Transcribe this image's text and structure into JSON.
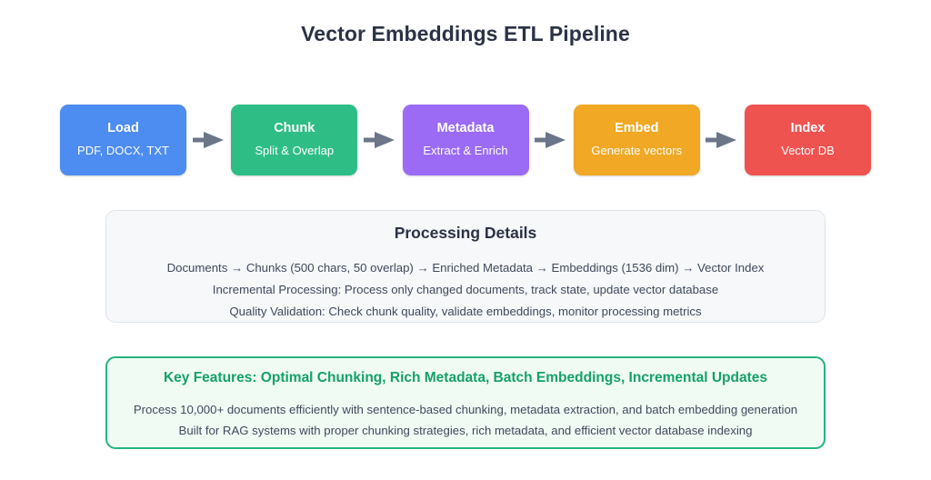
{
  "page": {
    "title": "Vector Embeddings ETL Pipeline"
  },
  "pipeline": {
    "arrow_icon": "arrow-right-icon",
    "arrow_color": "#6b7689",
    "stages": [
      {
        "title": "Load",
        "subtitle": "PDF, DOCX, TXT",
        "color": "#4d8cf0"
      },
      {
        "title": "Chunk",
        "subtitle": "Split & Overlap",
        "color": "#2ebd85"
      },
      {
        "title": "Metadata",
        "subtitle": "Extract & Enrich",
        "color": "#9b6bf5"
      },
      {
        "title": "Embed",
        "subtitle": "Generate vectors",
        "color": "#f0a825"
      },
      {
        "title": "Index",
        "subtitle": "Vector DB",
        "color": "#ef5350"
      }
    ]
  },
  "details": {
    "title": "Processing Details",
    "lines": [
      "Documents → Chunks (500 chars, 50 overlap) → Enriched Metadata → Embeddings (1536 dim) → Vector Index",
      "Incremental Processing: Process only changed documents, track state, update vector database",
      "Quality Validation: Check chunk quality, validate embeddings, monitor processing metrics"
    ]
  },
  "features": {
    "title": "Key Features: Optimal Chunking, Rich Metadata, Batch Embeddings, Incremental Updates",
    "accent_color": "#15a06a",
    "border_color": "#24b47e",
    "background_color": "#f0fbf4",
    "lines": [
      "Process 10,000+ documents efficiently with sentence-based chunking, metadata extraction, and batch embedding generation",
      "Built for RAG systems with proper chunking strategies, rich metadata, and efficient vector database indexing"
    ]
  }
}
